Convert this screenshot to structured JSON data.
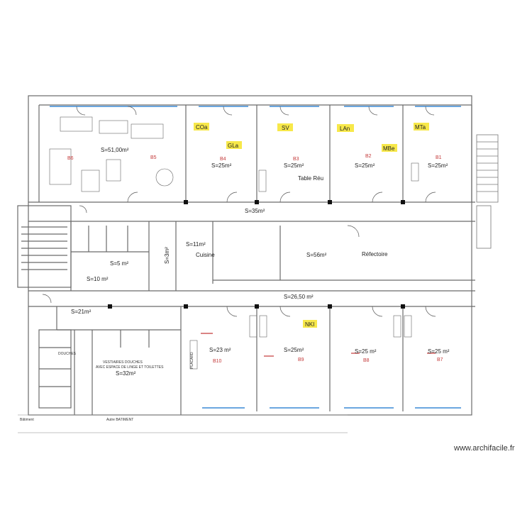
{
  "rooms": {
    "b6": {
      "name": "B6"
    },
    "b5": {
      "name": "B5"
    },
    "b56_area": "S=51,00m²",
    "b4": {
      "name": "B4",
      "area": "S=25m²"
    },
    "b3": {
      "name": "B3",
      "area": "S=25m²"
    },
    "b2": {
      "name": "B2",
      "area": "S=25m²"
    },
    "b1": {
      "name": "B1",
      "area": "S=25m²"
    },
    "corridor_top": {
      "area": "S=35m²"
    },
    "wc_area": {
      "area": "S=5 m²"
    },
    "lobby": {
      "area": "S=10 m²"
    },
    "cuisine": {
      "name": "Cuisine",
      "area": "S=11m²"
    },
    "store": {
      "area": "S=3m²"
    },
    "refectoire": {
      "name": "Réfectoire",
      "area": "S=56m²"
    },
    "corridor_mid": {
      "area": "S=26,50 m²"
    },
    "hall": {
      "area": "S=21m²"
    },
    "vestiaires": {
      "title1": "VESTIAIRES DOUCHES",
      "title2": "AVEC ESPACE DE LINGE ET TOILETTES",
      "area": "S=32m²"
    },
    "b10": {
      "name": "B10",
      "area": "S=23 m²"
    },
    "b9": {
      "name": "B9",
      "area": "S=25m²"
    },
    "b8": {
      "name": "B8",
      "area": "S=25 m²"
    },
    "b7": {
      "name": "B7",
      "area": "S=25 m²"
    },
    "table_reu": "Table Réu"
  },
  "tags": [
    "COa",
    "SV",
    "LAn",
    "MTa",
    "GLa",
    "MBe",
    "NKI"
  ],
  "misc": {
    "douches": "DOUCHES",
    "placard": "PLACARD",
    "autre_batiment": "Autre BATIMENT",
    "footer_left": "Bâtiment",
    "watermark": "www.archifacile.fr"
  },
  "colors": {
    "wall": "#6a6a6a",
    "blue": "#3a8ad6",
    "pillar": "#111111",
    "tag": "#f7e84a",
    "roomname": "#c43a3a"
  }
}
